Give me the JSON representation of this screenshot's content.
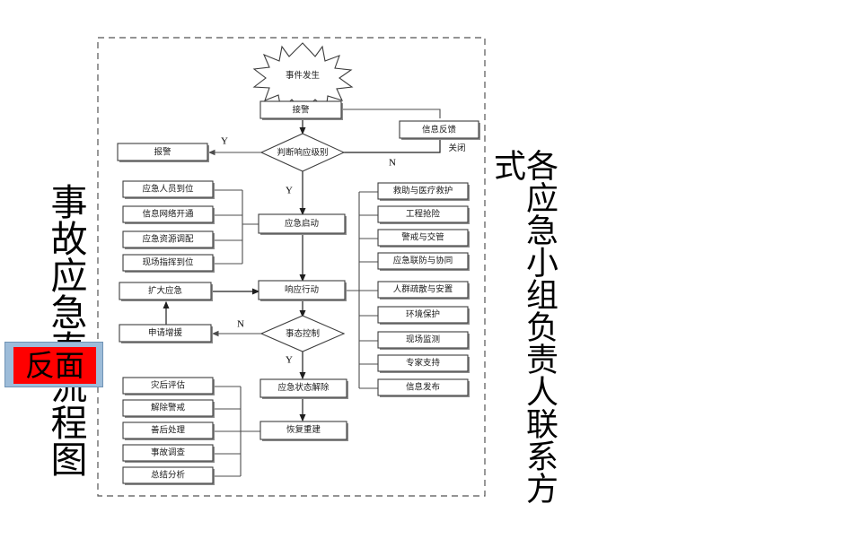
{
  "document": {
    "title_left": "事故应急直流程图",
    "title_right_main": "各应急小组负责人联系方",
    "title_right_tail": "式",
    "highlight_label": "反面",
    "highlight_fill": "#ff0000",
    "highlight_border_fill": "#9dbcd9"
  },
  "flow": {
    "start_event": "事件发生",
    "nodes": {
      "receive_alarm": "接警",
      "judge_level": "判断响应级别",
      "report_alarm": "报警",
      "info_feedback": "信息反馈",
      "emergency_start": "应急启动",
      "response_action": "响应行动",
      "situation_controlled": "事态控制",
      "expand_emergency": "扩大应急",
      "request_support": "申请增援",
      "release_state": "应急状态解除",
      "recovery_rebuild": "恢复重建"
    },
    "edge_labels": {
      "judge_yes": "Y",
      "judge_no": "N",
      "judge_down_yes": "Y",
      "close": "关闭",
      "control_no": "N",
      "control_yes": "Y"
    },
    "startup_group": [
      "应急人员到位",
      "信息网络开通",
      "应急资源调配",
      "现场指挥到位"
    ],
    "action_group": [
      "救助与医疗救护",
      "工程抢险",
      "警戒与交管",
      "应急联防与协同",
      "人群疏散与安置",
      "环境保护",
      "现场监测",
      "专家支持",
      "信息发布"
    ],
    "recovery_group": [
      "灾后评估",
      "解除警戒",
      "善后处理",
      "事故调查",
      "总结分析"
    ]
  }
}
